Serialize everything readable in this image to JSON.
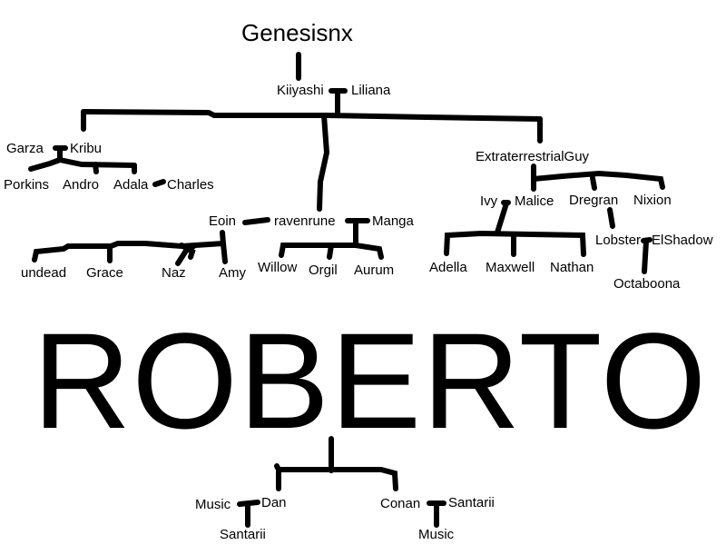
{
  "colors": {
    "ink": "#000000",
    "background": "#ffffff"
  },
  "tree": {
    "root": "Genesisnx",
    "couple_1": {
      "left": "Kiiyashi",
      "right": "Liliana"
    },
    "garza_branch": {
      "couple": {
        "left": "Garza",
        "right": "Kribu"
      },
      "children": [
        "Porkins",
        "Andro",
        "Adala"
      ],
      "spouse_of_adala": "Charles"
    },
    "eoin_branch": {
      "parent": "Eoin",
      "children": [
        "undead",
        "Grace",
        "Naz",
        "Amy"
      ]
    },
    "raven_branch": {
      "couple": {
        "left": "ravenrune",
        "right": "Manga"
      },
      "children": [
        "Willow",
        "Orgil",
        "Aurum"
      ]
    },
    "et_branch": {
      "parent": "ExtraterrestrialGuy",
      "ivy_couple": {
        "left": "Ivy",
        "right": "Malice"
      },
      "ivy_children": [
        "Adella",
        "Maxwell",
        "Nathan"
      ],
      "dregran": "Dregran",
      "nixion": "Nixion",
      "lobster_couple": {
        "left": "Lobster",
        "right": "ElShadow"
      },
      "octaboona": "Octaboona"
    }
  },
  "banner": "ROBERTO",
  "roberto_tree": {
    "left_couple": {
      "left": "Music",
      "right": "Dan"
    },
    "left_child": "Santarii",
    "right_couple": {
      "left": "Conan",
      "right": "Santarii"
    },
    "right_child": "Music"
  }
}
